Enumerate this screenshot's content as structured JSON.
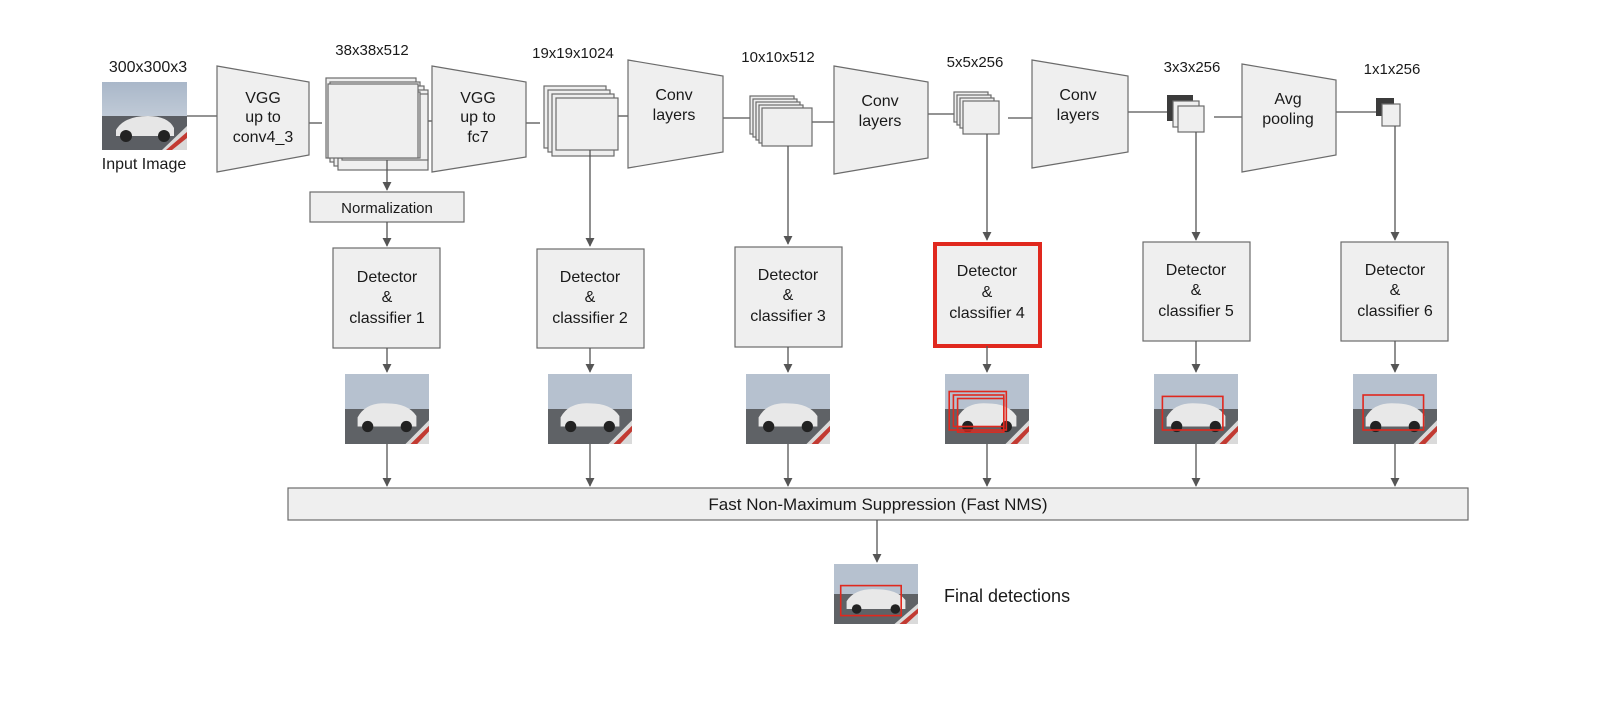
{
  "input": {
    "dim": "300x300x3",
    "caption": "Input Image"
  },
  "dims": [
    "38x38x512",
    "19x19x1024",
    "10x10x512",
    "5x5x256",
    "3x3x256",
    "1x1x256"
  ],
  "trapezoids": [
    [
      "VGG",
      "up to",
      "conv4_3"
    ],
    [
      "VGG",
      "up to",
      "fc7"
    ],
    [
      "Conv",
      "layers"
    ],
    [
      "Conv",
      "layers"
    ],
    [
      "Conv",
      "layers"
    ],
    [
      "Avg",
      "pooling"
    ]
  ],
  "normalization_label": "Normalization",
  "detectors": [
    [
      "Detector",
      "&",
      "classifier 1"
    ],
    [
      "Detector",
      "&",
      "classifier 2"
    ],
    [
      "Detector",
      "&",
      "classifier 3"
    ],
    [
      "Detector",
      "&",
      "classifier 4"
    ],
    [
      "Detector",
      "&",
      "classifier 5"
    ],
    [
      "Detector",
      "&",
      "classifier 6"
    ]
  ],
  "highlighted_detector": 4,
  "nms_label": "Fast Non-Maximum Suppression (Fast NMS)",
  "final_label": "Final detections",
  "colors": {
    "highlight": "#e0281e",
    "box_fill": "#efefef",
    "stroke": "#6b6b6b",
    "detection_box": "#e0281e"
  }
}
